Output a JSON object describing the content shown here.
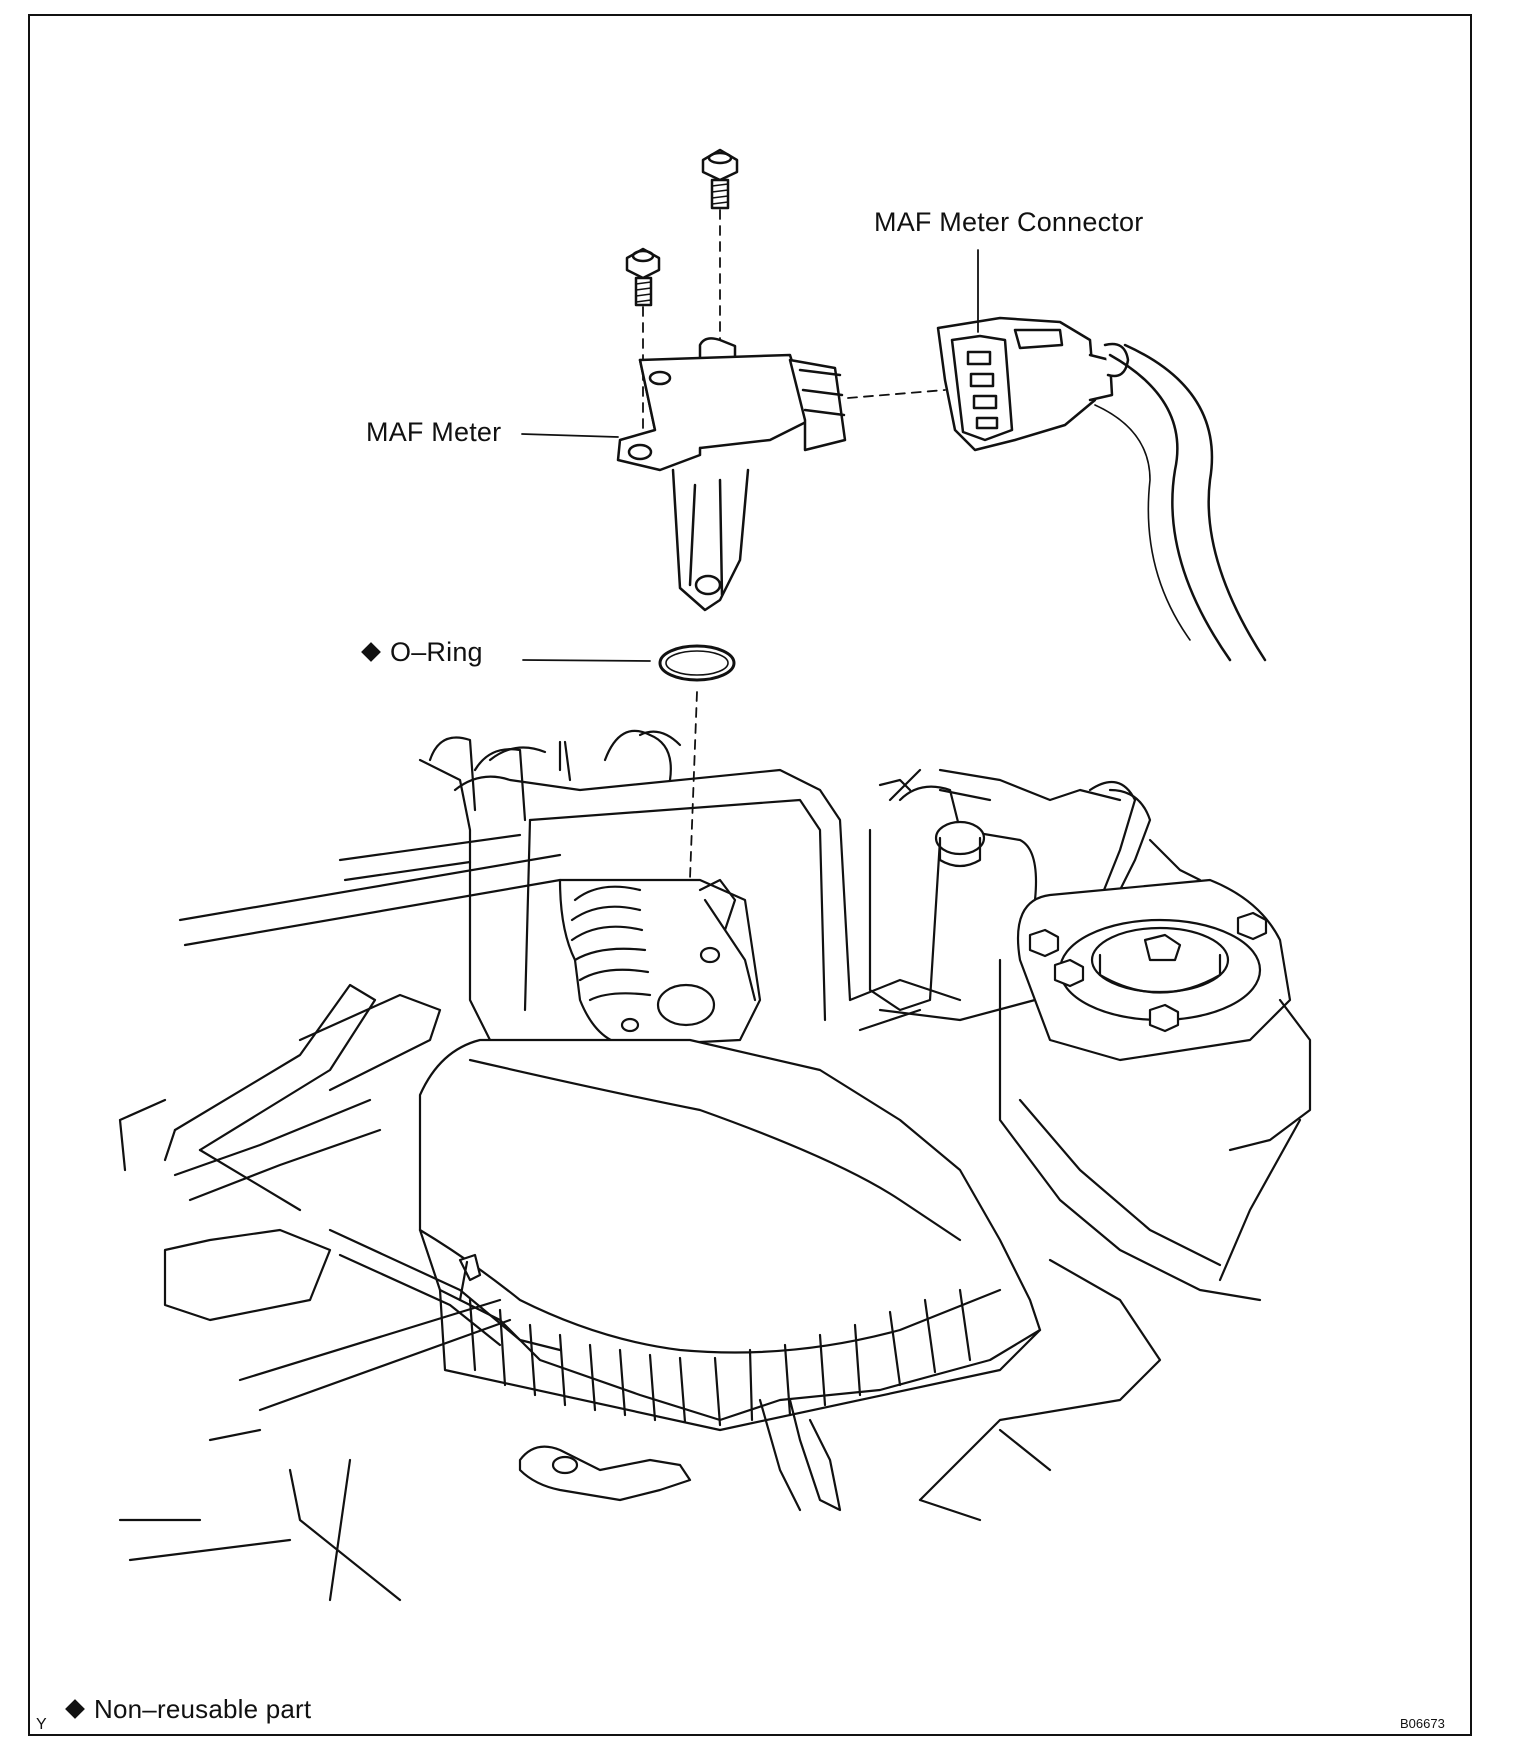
{
  "labels": {
    "maf_meter_connector": "MAF Meter Connector",
    "maf_meter": "MAF Meter",
    "o_ring": "O–Ring",
    "legend_non_reusable": "Non–reusable part",
    "corner_letter": "Y",
    "figure_code": "B06673"
  },
  "icons": {
    "non_reusable_marker": "black-diamond-icon"
  },
  "colors": {
    "line": "#111111",
    "background": "#ffffff"
  }
}
